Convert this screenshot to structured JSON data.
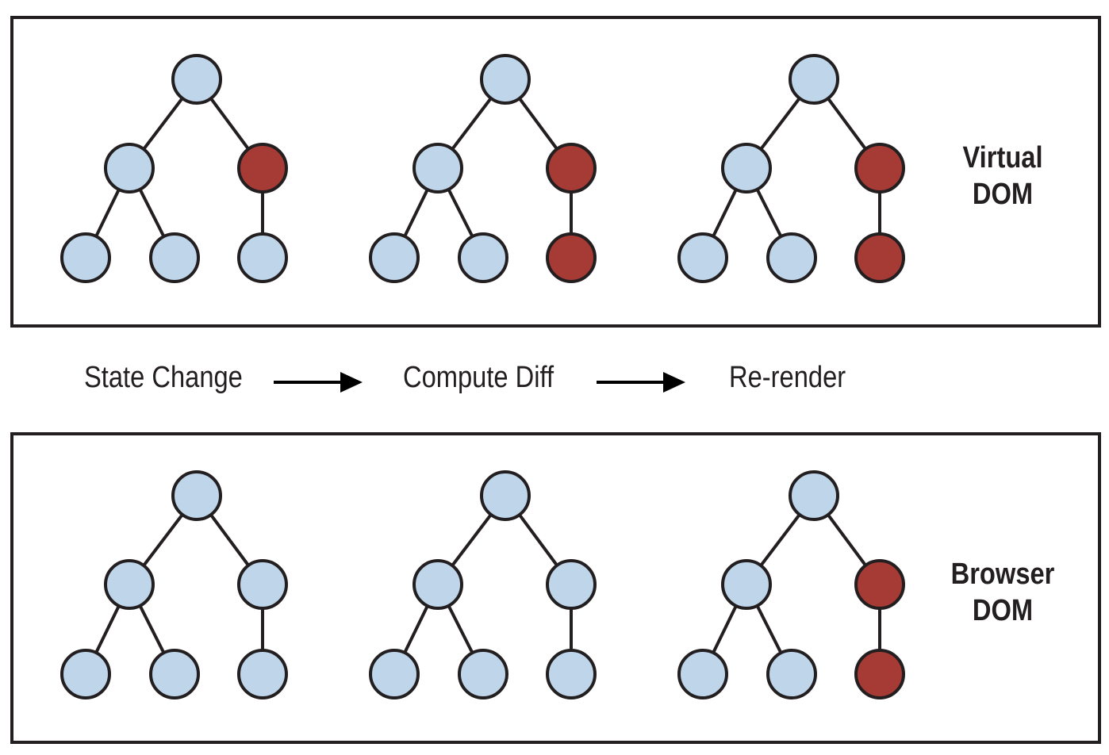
{
  "panels": [
    {
      "id": "virtual-dom",
      "label_line1": "Virtual",
      "label_line2": "DOM",
      "trees": [
        {
          "highlighted": [
            "n2"
          ]
        },
        {
          "highlighted": [
            "n2",
            "n5"
          ]
        },
        {
          "highlighted": [
            "n2",
            "n5"
          ]
        }
      ]
    },
    {
      "id": "browser-dom",
      "label_line1": "Browser",
      "label_line2": "DOM",
      "trees": [
        {
          "highlighted": []
        },
        {
          "highlighted": []
        },
        {
          "highlighted": [
            "n2",
            "n5"
          ]
        }
      ]
    }
  ],
  "flow": {
    "steps": [
      "State Change",
      "Compute Diff",
      "Re-render"
    ],
    "arrow_icon": "right-arrow-icon"
  },
  "colors": {
    "node_fill": "#bfd5ea",
    "node_highlight": "#a63a35",
    "stroke": "#231f20"
  }
}
